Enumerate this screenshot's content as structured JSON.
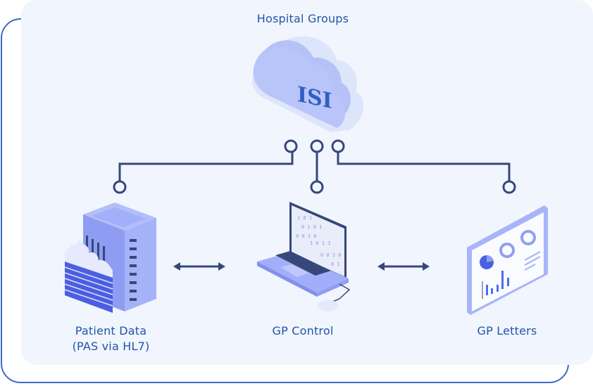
{
  "title": "Hospital Groups",
  "cloud": {
    "logo_text": "ISI",
    "icon": "cloud-icon"
  },
  "nodes": [
    {
      "id": "patient-data",
      "label_line1": "Patient Data",
      "label_line2": "(PAS via HL7)",
      "icon": "server-firewall-icon"
    },
    {
      "id": "gp-control",
      "label_line1": "GP Control",
      "icon": "laptop-icon"
    },
    {
      "id": "gp-letters",
      "label_line1": "GP Letters",
      "icon": "dashboard-screen-icon"
    }
  ],
  "connections": [
    {
      "from": "gp-control",
      "to": "patient-data",
      "type": "bidirectional"
    },
    {
      "from": "gp-control",
      "to": "gp-letters",
      "type": "bidirectional"
    },
    {
      "from": "cloud",
      "to": "patient-data"
    },
    {
      "from": "cloud",
      "to": "gp-control"
    },
    {
      "from": "cloud",
      "to": "gp-letters"
    }
  ],
  "colors": {
    "accent": "#1f56a6",
    "line": "#36477a",
    "frame": "#3b6cc4",
    "panel": "#f1f5fd",
    "illustration": "#9aa8f5"
  }
}
